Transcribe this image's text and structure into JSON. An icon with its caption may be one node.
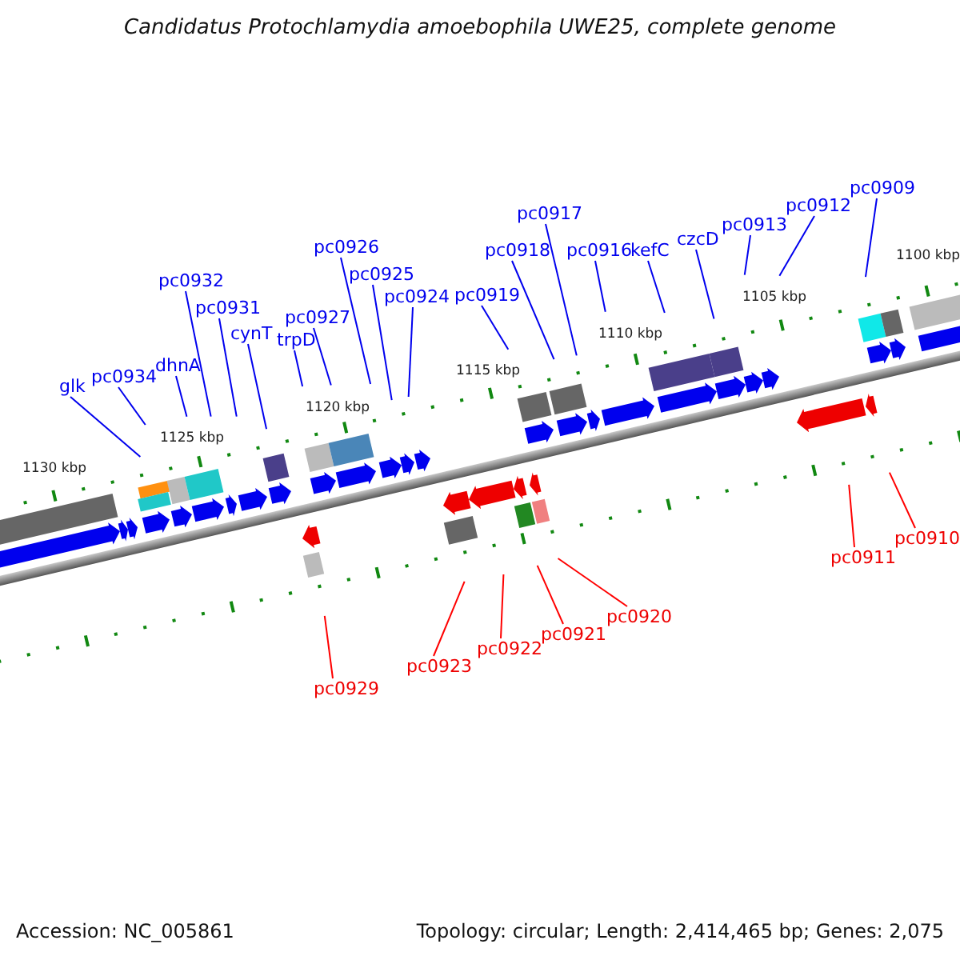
{
  "diagram": {
    "title": "Candidatus Protochlamydia amoebophila UWE25, complete genome",
    "nodes": [
      {
        "text": [
          "glk"
        ]
      },
      {
        "text": [
          "pc0934"
        ]
      },
      {
        "text": [
          "dhnA"
        ]
      },
      {
        "text": [
          "pc0932"
        ]
      },
      {
        "text": [
          "pc0931"
        ]
      },
      {
        "text": [
          "cynT"
        ]
      },
      {
        "text": [
          "trpD"
        ]
      },
      {
        "text": [
          "pc0927"
        ]
      },
      {
        "text": [
          "pc0926"
        ]
      },
      {
        "text": [
          "pc0925"
        ]
      },
      {
        "text": [
          "pc0924"
        ]
      },
      {
        "text": [
          "pc0919"
        ]
      },
      {
        "text": [
          "pc0918"
        ]
      },
      {
        "text": [
          "pc0917"
        ]
      },
      {
        "text": [
          "pc0916"
        ]
      },
      {
        "text": [
          "kefC"
        ]
      },
      {
        "text": [
          "czcD"
        ]
      },
      {
        "text": [
          "pc0913"
        ]
      },
      {
        "text": [
          "pc0912"
        ]
      },
      {
        "text": [
          "pc0909"
        ]
      },
      {
        "text": [
          "pc0929"
        ]
      },
      {
        "text": [
          "pc0923"
        ]
      },
      {
        "text": [
          "pc0922"
        ]
      },
      {
        "text": [
          "pc0921"
        ]
      },
      {
        "text": [
          "pc0920"
        ]
      },
      {
        "text": [
          "pc0911"
        ]
      },
      {
        "text": [
          "pc0910"
        ]
      }
    ],
    "edges": [
      {
        "from": 0,
        "to": null,
        "arrow": "none"
      },
      {
        "from": 1,
        "to": null,
        "arrow": "none"
      },
      {
        "from": 2,
        "to": null,
        "arrow": "none"
      },
      {
        "from": 3,
        "to": null,
        "arrow": "none"
      },
      {
        "from": 4,
        "to": null,
        "arrow": "none"
      },
      {
        "from": 5,
        "to": null,
        "arrow": "none"
      },
      {
        "from": 6,
        "to": null,
        "arrow": "none"
      },
      {
        "from": 7,
        "to": null,
        "arrow": "none"
      },
      {
        "from": 8,
        "to": null,
        "arrow": "none"
      },
      {
        "from": 9,
        "to": null,
        "arrow": "none"
      },
      {
        "from": 10,
        "to": null,
        "arrow": "none"
      },
      {
        "from": 11,
        "to": null,
        "arrow": "none"
      },
      {
        "from": 12,
        "to": null,
        "arrow": "none"
      },
      {
        "from": 13,
        "to": null,
        "arrow": "none"
      },
      {
        "from": 14,
        "to": null,
        "arrow": "none"
      },
      {
        "from": 15,
        "to": null,
        "arrow": "none"
      },
      {
        "from": 16,
        "to": null,
        "arrow": "none"
      },
      {
        "from": 17,
        "to": null,
        "arrow": "none"
      },
      {
        "from": 18,
        "to": null,
        "arrow": "none"
      },
      {
        "from": 19,
        "to": null,
        "arrow": "none"
      },
      {
        "from": 20,
        "to": null,
        "arrow": "none",
        "color": "#ff0000"
      },
      {
        "from": 21,
        "to": null,
        "arrow": "none",
        "color": "#ff0000"
      },
      {
        "from": 22,
        "to": null,
        "arrow": "none",
        "color": "#ff0000"
      },
      {
        "from": 23,
        "to": null,
        "arrow": "none",
        "color": "#ff0000"
      },
      {
        "from": 24,
        "to": null,
        "arrow": "none",
        "color": "#ff0000"
      },
      {
        "from": 25,
        "to": null,
        "arrow": "none",
        "color": "#ff0000"
      },
      {
        "from": 26,
        "to": null,
        "arrow": "none",
        "color": "#ff0000"
      }
    ],
    "labels": [
      "1130 kbp",
      "1125 kbp",
      "1120 kbp",
      "1115 kbp",
      "1110 kbp",
      "1105 kbp",
      "1100 kbp",
      "Accession: NC_005861",
      "Topology: circular; Length: 2,414,465 bp; Genes: 2,075"
    ]
  }
}
